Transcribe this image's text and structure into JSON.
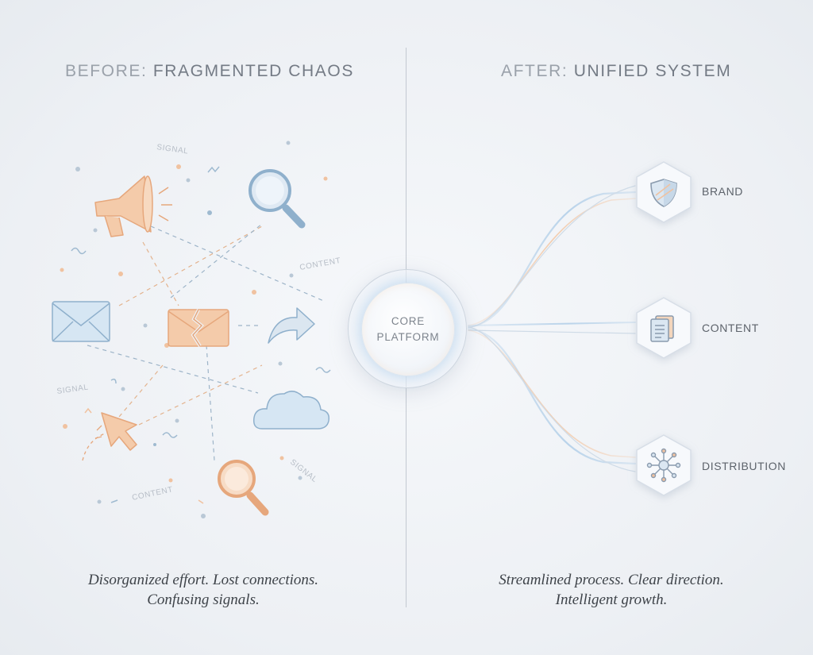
{
  "before": {
    "title_prefix": "BEFORE:",
    "title_main": "FRAGMENTED CHAOS",
    "caption_line1": "Disorganized effort. Lost connections.",
    "caption_line2": "Confusing signals.",
    "floating_words": [
      "SIGNAL",
      "CONTENT",
      "SIGNAL",
      "CONTENT",
      "SIGNAL"
    ],
    "icons": [
      "megaphone-icon",
      "magnifier-icon",
      "envelope-icon",
      "broken-envelope-icon",
      "arrow-icon",
      "cloud-icon",
      "cursor-icon",
      "magnifier-icon"
    ]
  },
  "after": {
    "title_prefix": "AFTER:",
    "title_main": "UNIFIED SYSTEM",
    "caption_line1": "Streamlined process. Clear direction.",
    "caption_line2": "Intelligent growth.",
    "core_line1": "CORE",
    "core_line2": "PLATFORM",
    "nodes": [
      {
        "label": "BRAND",
        "icon": "shield-icon"
      },
      {
        "label": "CONTENT",
        "icon": "documents-icon"
      },
      {
        "label": "DISTRIBUTION",
        "icon": "network-icon"
      }
    ]
  },
  "colors": {
    "orange": "#f2c6a4",
    "orange_stroke": "#e6a77c",
    "blue": "#cfe0ef",
    "blue_stroke": "#8fb0cc",
    "text_muted": "#9aa1aa",
    "caption": "#3e4349"
  }
}
